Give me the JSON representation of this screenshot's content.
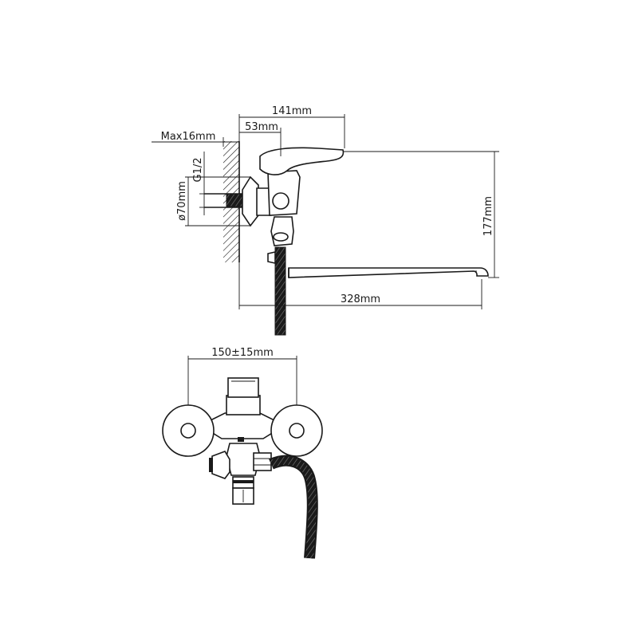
{
  "side_view": {
    "dim_spout_reach": "141mm",
    "dim_body_offset": "53mm",
    "dim_wall_max": "Max16mm",
    "dim_thread": "G1/2",
    "dim_flange_diameter": "ø70mm",
    "dim_height": "177mm",
    "dim_total_length": "328mm"
  },
  "front_view": {
    "dim_center_distance": "150±15mm"
  },
  "colors": {
    "line": "#1a1a1a",
    "background": "#ffffff"
  }
}
